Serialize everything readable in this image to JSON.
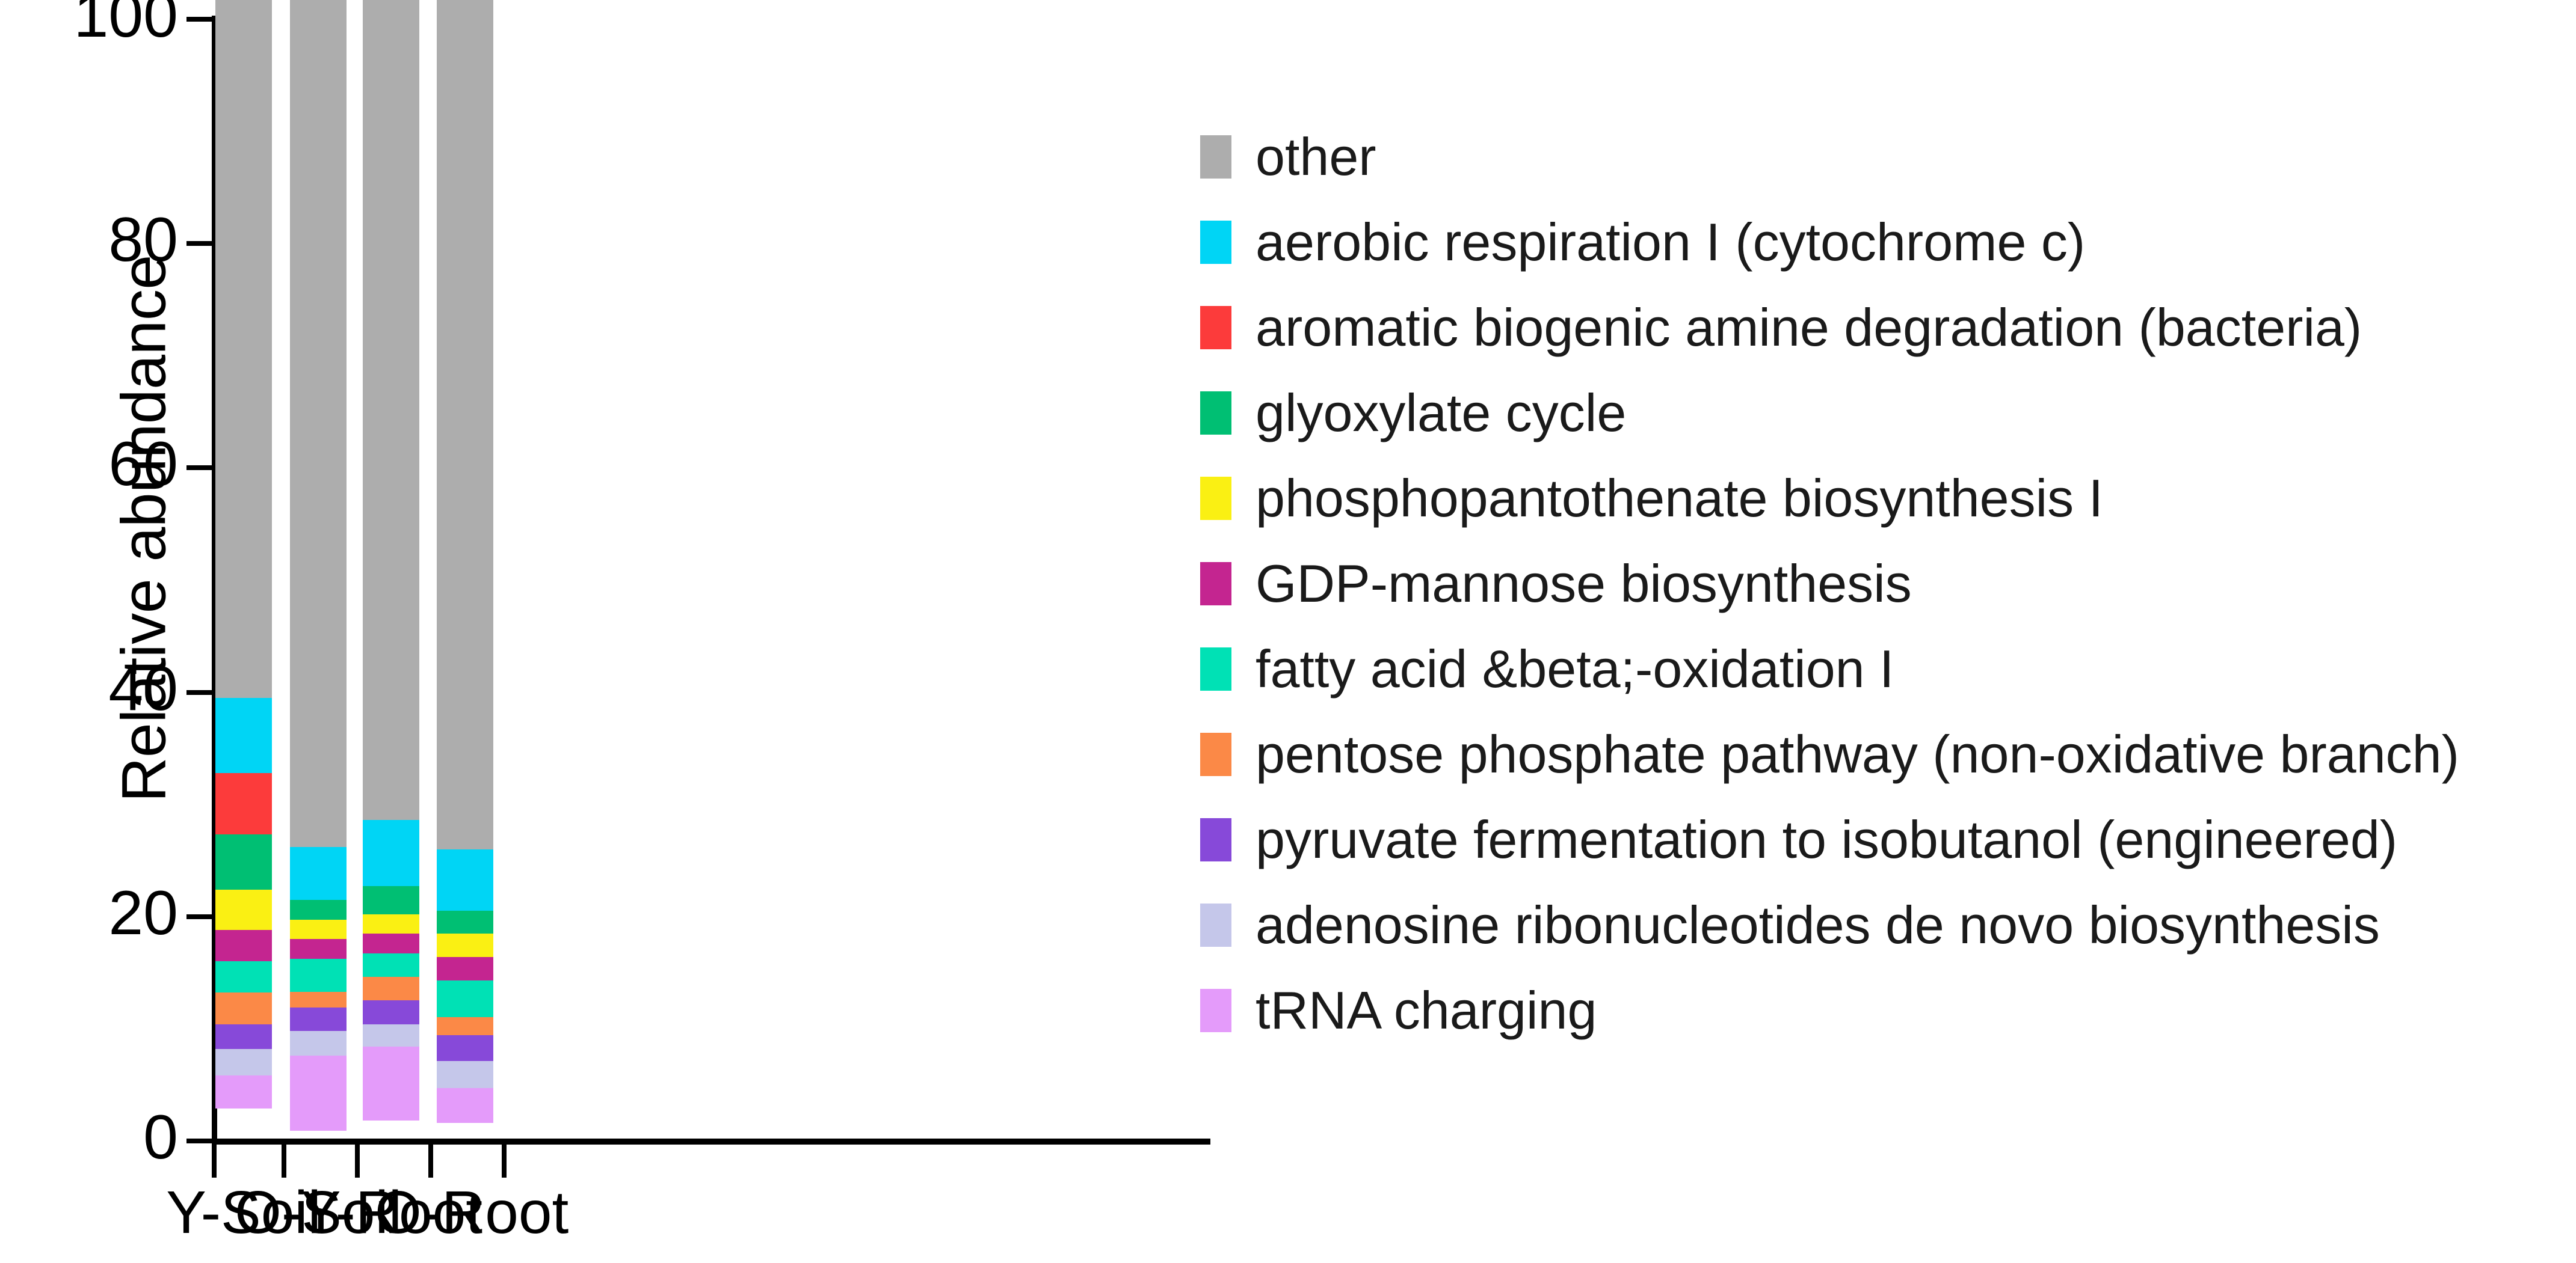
{
  "chart_data": {
    "type": "bar",
    "stacked": true,
    "title": "",
    "xlabel": "",
    "ylabel": "Relative abundance",
    "ylim": [
      0,
      100
    ],
    "yticks": [
      0,
      20,
      40,
      60,
      80,
      100
    ],
    "ytick_labels": [
      "0",
      "20",
      "40",
      "60",
      "80",
      "100"
    ],
    "grid": false,
    "legend_position": "right",
    "categories": [
      "Y-Soil",
      "O-Soil",
      "Y-Root",
      "O-Root"
    ],
    "series": [
      {
        "name": "other",
        "color": "#ADADAD",
        "values": [
          62.2,
          75.5,
          73.1,
          75.7
        ]
      },
      {
        "name": "aerobic respiration I (cytochrome c)",
        "color": "#00D5F5",
        "values": [
          6.7,
          4.7,
          5.9,
          5.5
        ]
      },
      {
        "name": "aromatic biogenic amine degradation (bacteria)",
        "color": "#FC3B3B",
        "values": [
          5.5,
          0.0,
          0.0,
          0.0
        ]
      },
      {
        "name": "glyoxylate cycle",
        "color": "#00BF73",
        "values": [
          4.9,
          1.8,
          2.5,
          2.0
        ]
      },
      {
        "name": "phosphopantothenate biosynthesis I",
        "color": "#FAF013",
        "values": [
          3.6,
          1.7,
          1.7,
          2.1
        ]
      },
      {
        "name": "GDP-mannose biosynthesis",
        "color": "#C42590",
        "values": [
          2.8,
          1.8,
          1.8,
          2.1
        ]
      },
      {
        "name": "fatty acid &beta;-oxidation I",
        "color": "#00E1B5",
        "values": [
          2.8,
          2.9,
          2.1,
          3.3
        ]
      },
      {
        "name": "pentose phosphate pathway (non-oxidative branch)",
        "color": "#FB8947",
        "values": [
          2.8,
          1.4,
          2.1,
          1.6
        ]
      },
      {
        "name": "pyruvate fermentation to isobutanol (engineered)",
        "color": "#8749D9",
        "values": [
          2.2,
          2.1,
          2.1,
          2.3
        ]
      },
      {
        "name": "adenosine ribonucleotides de novo biosynthesis",
        "color": "#C5C7EA",
        "values": [
          2.4,
          2.2,
          2.0,
          2.4
        ]
      },
      {
        "name": "tRNA charging",
        "color": "#E49BFA",
        "values": [
          2.9,
          6.7,
          6.6,
          3.1
        ]
      }
    ]
  },
  "axes": {
    "y_title": "Relative abundance"
  }
}
